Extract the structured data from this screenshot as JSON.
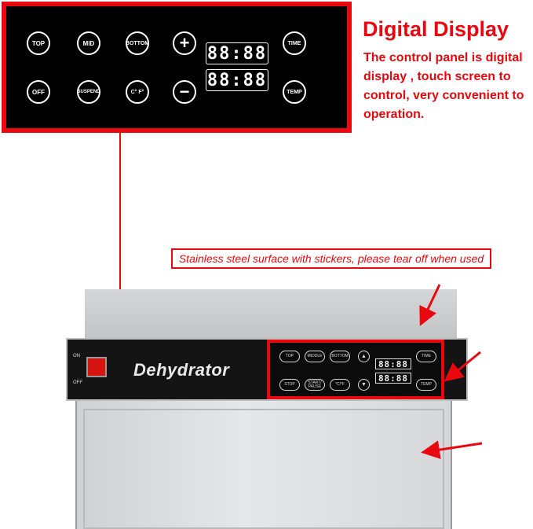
{
  "panel": {
    "buttons": {
      "top": "TOP",
      "mid": "MID",
      "bottom": "BOTTOM",
      "plus": "+",
      "time": "TIME",
      "off": "OFF",
      "suspend": "SUSPEND",
      "unit": "C° F°",
      "minus": "−",
      "temp": "TEMP"
    },
    "display_top": "88:88",
    "display_bottom": "88:88"
  },
  "callout": {
    "title": "Digital Display",
    "description": "The control panel is digital display , touch screen to control, very convenient to operation."
  },
  "note": "Stainless steel surface with stickers, please tear off when used",
  "machine": {
    "brand": "Dehydrator",
    "switch_on": "ON",
    "switch_off": "OFF",
    "mini_buttons": {
      "top": "TOP",
      "middle": "MIDDLE",
      "bottom": "BOTTOM",
      "time": "TIME",
      "stop": "STOP",
      "start_pause": "START/ PAUSE",
      "unit": "°C/°F",
      "temp": "TEMP",
      "up": "▲",
      "down": "▼"
    },
    "mini_display_top": "88:88",
    "mini_display_bottom": "88:88"
  },
  "colors": {
    "accent": "#e8080d",
    "panel_bg": "#000000",
    "steel": "#d6d7d9"
  }
}
